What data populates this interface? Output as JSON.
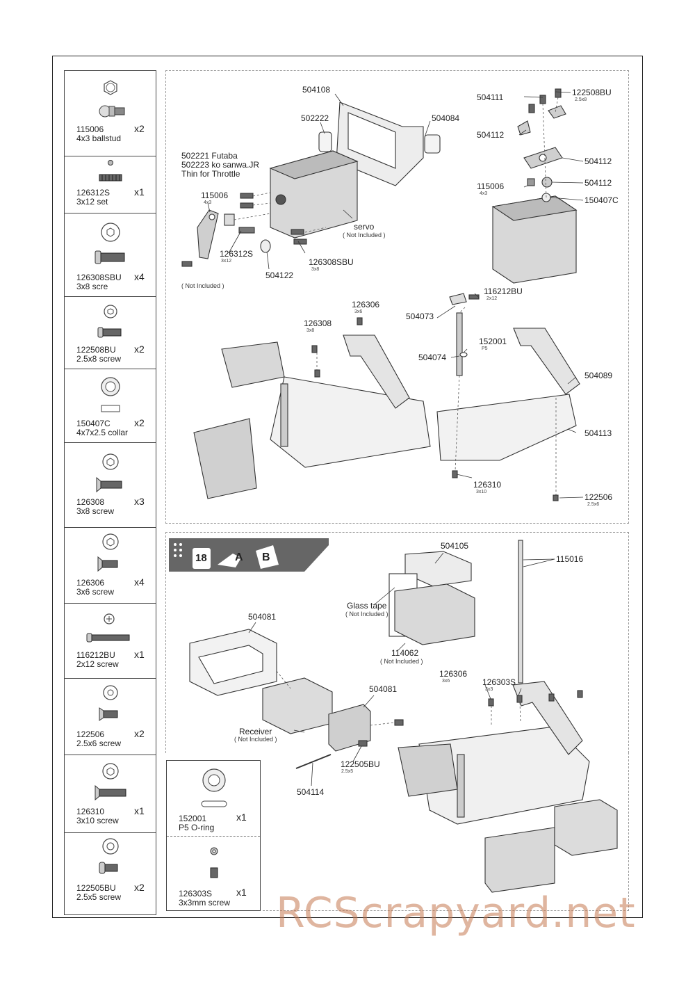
{
  "parts_list": [
    {
      "code": "115006",
      "desc": "4x3 ballstud",
      "qty": "x2",
      "icon": "ballstud-icon"
    },
    {
      "code": "126312S",
      "desc": "3x12 set",
      "qty": "x1",
      "icon": "set-screw-icon"
    },
    {
      "code": "126308SBU",
      "desc": "3x8 scre",
      "qty": "x4",
      "icon": "button-head-screw-icon"
    },
    {
      "code": "122508BU",
      "desc": "2.5x8 screw",
      "qty": "x2",
      "icon": "button-head-screw-icon"
    },
    {
      "code": "150407C",
      "desc": "4x7x2.5 collar",
      "qty": "x2",
      "icon": "collar-icon"
    },
    {
      "code": "126308",
      "desc": "3x8 screw",
      "qty": "x3",
      "icon": "flat-head-screw-icon"
    },
    {
      "code": "126306",
      "desc": "3x6 screw",
      "qty": "x4",
      "icon": "flat-head-screw-icon"
    },
    {
      "code": "116212BU",
      "desc": "2x12 screw",
      "qty": "x1",
      "icon": "phillips-screw-icon"
    },
    {
      "code": "122506",
      "desc": "2.5x6 screw",
      "qty": "x2",
      "icon": "flat-head-screw-icon"
    },
    {
      "code": "126310",
      "desc": "3x10 screw",
      "qty": "x1",
      "icon": "flat-head-screw-icon"
    },
    {
      "code": "122505BU",
      "desc": "2.5x5 screw",
      "qty": "x2",
      "icon": "button-head-screw-icon"
    }
  ],
  "kit_list": [
    {
      "code": "152001",
      "desc": "P5 O-ring",
      "qty": "x1",
      "icon": "o-ring-icon"
    },
    {
      "code": "126303S",
      "desc": "3x3mm screw",
      "qty": "x1",
      "icon": "set-screw-icon"
    }
  ],
  "top_panel": {
    "l_504108": "504108",
    "l_502222": "502222",
    "l_504084": "504084",
    "servo_saver_l1": "502221 Futaba",
    "servo_saver_l2": "502223 ko sanwa.JR",
    "servo_saver_l3": "Thin for Throttle",
    "l_115006": "115006",
    "s_4x3": "4x3",
    "l_126312S": "126312S",
    "s_3x12": "3x12",
    "l_504122": "504122",
    "l_servo": "servo",
    "n_not_included_servo": "( Not Included )",
    "l_126308SBU": "126308SBU",
    "s_3x8a": "3x8",
    "n_not_included_screw": "( Not Included )",
    "l_504111": "504111",
    "l_122508BU": "122508BU",
    "s_2_5x8": "2.5x8",
    "l_504112a": "504112",
    "l_504112b": "504112",
    "l_504112c": "504112",
    "l_115006b": "115006",
    "s_4x3b": "4x3",
    "l_150407C": "150407C",
    "l_126306": "126306",
    "s_3x6a": "3x6",
    "l_126308": "126308",
    "s_3x8b": "3x8",
    "l_504073": "504073",
    "l_116212BU": "116212BU",
    "s_2x12": "2x12",
    "l_504074": "504074",
    "l_152001": "152001",
    "s_P5": "P5",
    "l_504089": "504089",
    "l_504113": "504113",
    "l_126310": "126310",
    "s_3x10": "3x10",
    "l_122506": "122506",
    "s_2_5x6": "2.5x6"
  },
  "bottom_panel": {
    "step_number": "18",
    "bag_a": "A",
    "bag_b": "B",
    "l_504105": "504105",
    "l_115016": "115016",
    "l_glass_tape": "Glass tape",
    "n_not_included_tape": "( Not Included )",
    "l_504081a": "504081",
    "l_114062": "114062",
    "n_not_included_battery": "( Not Included )",
    "l_126306": "126306",
    "s_3x6": "3x6",
    "l_126303S": "126303S",
    "s_3x3": "3x3",
    "l_504081b": "504081",
    "l_receiver": "Receiver",
    "n_not_included_receiver": "( Not Included )",
    "l_122505BU": "122505BU",
    "s_2_5x5": "2.5x5",
    "l_504114": "504114"
  },
  "watermark": "RCScrapyard.net"
}
